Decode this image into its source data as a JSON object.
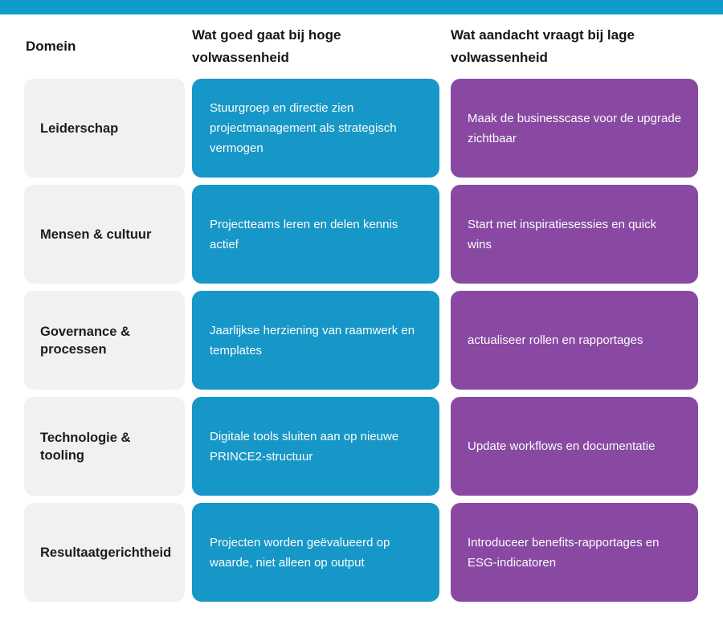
{
  "header": {
    "col_domain": "Domein",
    "col_high": "Wat goed gaat bij hoge volwassenheid",
    "col_low": "Wat aandacht vraagt bij lage volwassenheid"
  },
  "colors": {
    "top_bar": "#0f9cc9",
    "high_card": "#1697c7",
    "low_card": "#8949a3",
    "domain_card": "#f1f1f1",
    "card_text": "#fcfcfc",
    "header_text": "#161616"
  },
  "rows": [
    {
      "domain": "Leiderschap",
      "high": "Stuurgroep en directie zien projectmanagement als strategisch vermogen",
      "low": "Maak de businesscase voor de upgrade zichtbaar"
    },
    {
      "domain": "Mensen & cultuur",
      "high": "Projectteams leren en delen kennis actief",
      "low": "Start met inspiratiesessies en quick wins"
    },
    {
      "domain": "Governance & processen",
      "high": "Jaarlijkse herziening van raamwerk en templates",
      "low": "actualiseer rollen en rapportages"
    },
    {
      "domain": "Technologie & tooling",
      "high": "Digitale tools sluiten aan op nieuwe PRINCE2-structuur",
      "low": "Update workflows en documentatie"
    },
    {
      "domain": "Resultaatgerichtheid",
      "high": "Projecten worden geëvalueerd op waarde, niet alleen op output",
      "low": "Introduceer benefits-rapportages en ESG-indicatoren"
    }
  ]
}
